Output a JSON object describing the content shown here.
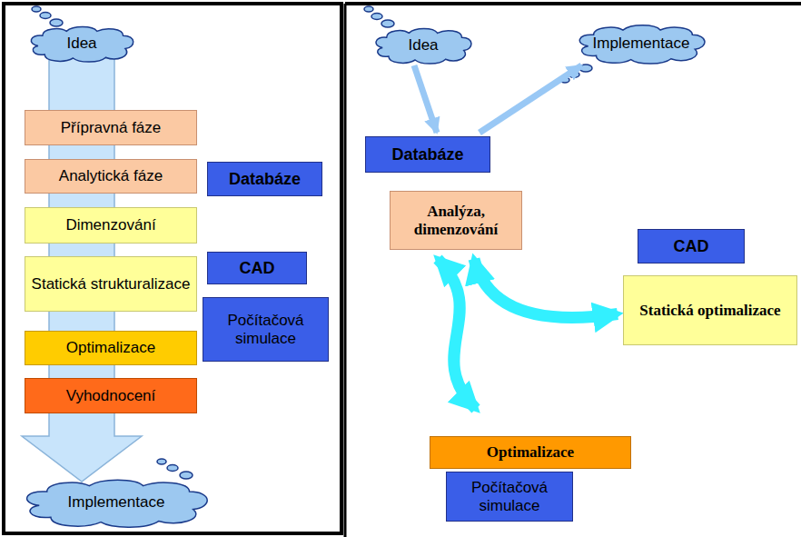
{
  "diagram": {
    "nodes": [
      {
        "text": [
          "Idea"
        ]
      },
      {
        "text": [
          "Přípravná fáze"
        ]
      },
      {
        "text": [
          "Analytická fáze"
        ]
      },
      {
        "text": [
          "Databáze"
        ]
      },
      {
        "text": [
          "Dimenzování"
        ]
      },
      {
        "text": [
          "Statická strukturalizace"
        ]
      },
      {
        "text": [
          "CAD"
        ]
      },
      {
        "text": [
          "Optimalizace"
        ]
      },
      {
        "text": [
          "Počítačová simulace"
        ]
      },
      {
        "text": [
          "Vyhodnocení"
        ]
      },
      {
        "text": [
          "Implementace"
        ]
      },
      {
        "text": [
          "Idea"
        ]
      },
      {
        "text": [
          "Implementace"
        ]
      },
      {
        "text": [
          "Databáze"
        ]
      },
      {
        "text": [
          "Analýza, dimenzování"
        ]
      },
      {
        "text": [
          "CAD"
        ]
      },
      {
        "text": [
          "Statická optimalizace"
        ]
      },
      {
        "text": [
          "Optimalizace"
        ]
      },
      {
        "text": [
          "Počítačová simulace"
        ]
      }
    ],
    "edges": [
      {
        "from": 0,
        "to": 10,
        "arrow": "to"
      },
      {
        "from": 11,
        "to": 13,
        "arrow": "to"
      },
      {
        "from": 13,
        "to": 12,
        "arrow": "to"
      },
      {
        "from": 14,
        "to": 16,
        "arrow": "both"
      },
      {
        "from": 14,
        "to": 17,
        "arrow": "both"
      }
    ]
  }
}
